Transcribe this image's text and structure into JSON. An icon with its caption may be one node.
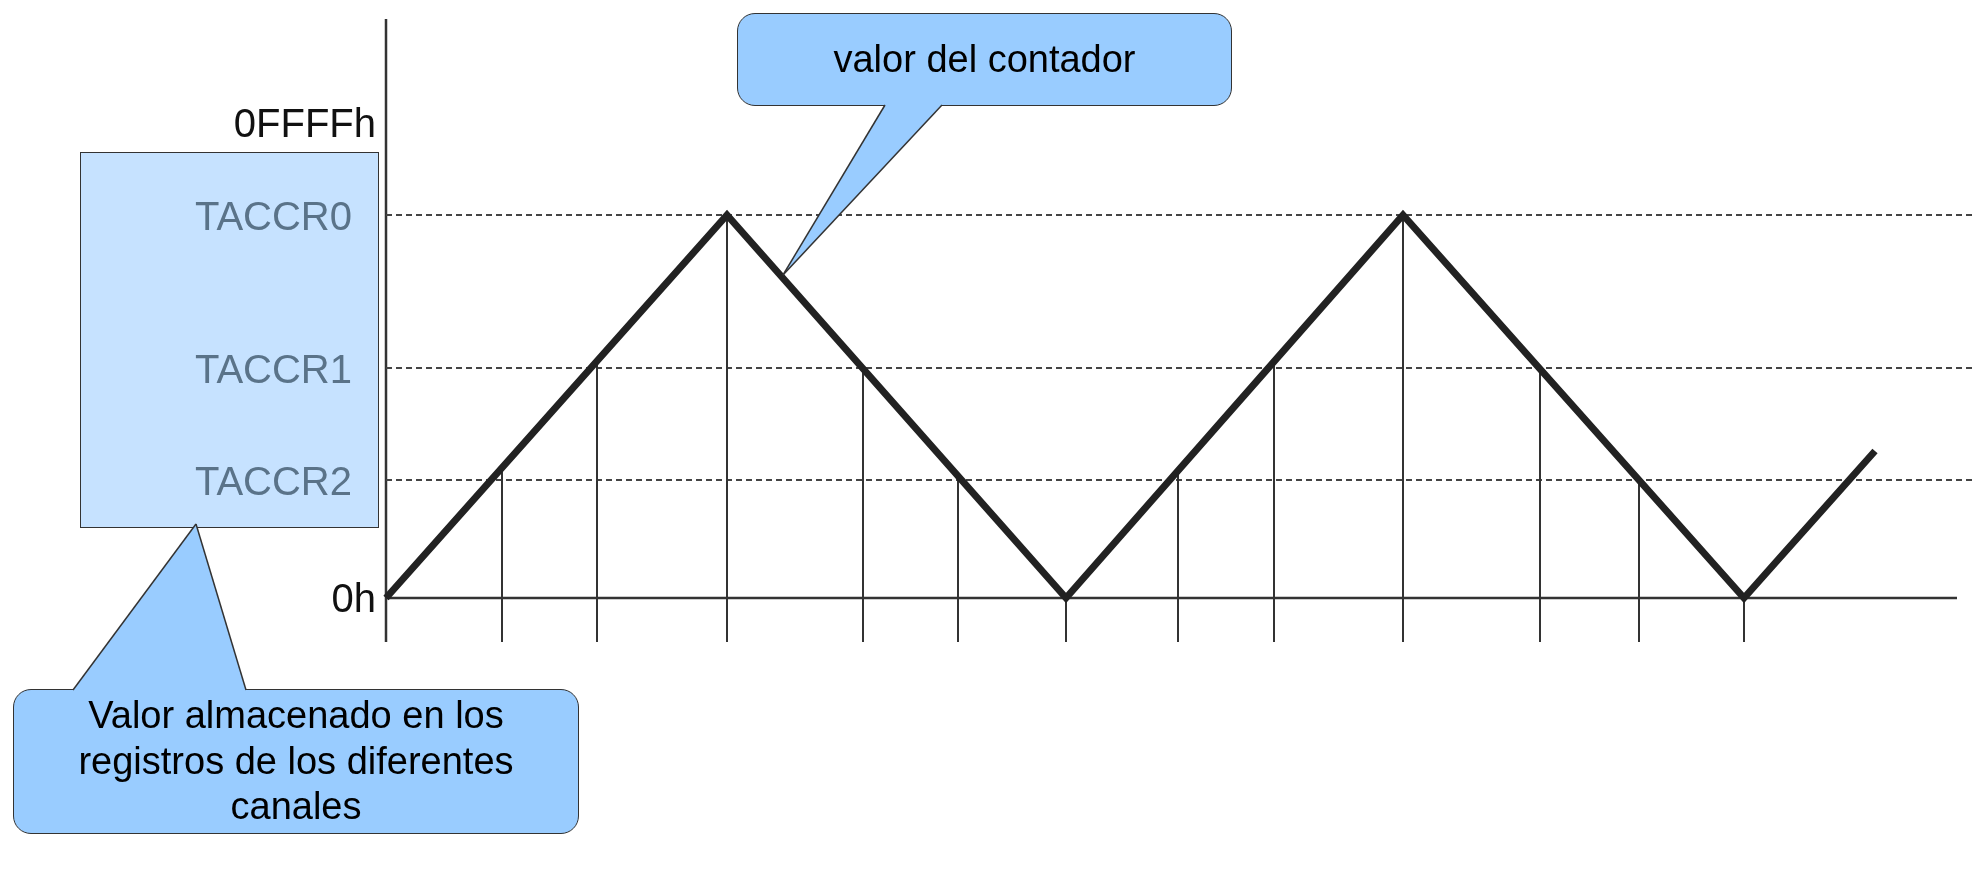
{
  "diagram": {
    "nodes": [
      {
        "text": [
          "valor del contador"
        ]
      },
      {
        "text": [
          "TACCR0",
          "TACCR1",
          "TACCR2"
        ]
      },
      {
        "text": [],
        "shape": "line"
      },
      {
        "text": [
          "Valor almacenado en los registros de los diferentes canales"
        ]
      }
    ],
    "edges": [
      {
        "from": 0,
        "to": 2,
        "arrow": "none"
      },
      {
        "from": 3,
        "to": 1,
        "arrow": "none"
      }
    ],
    "labels": [
      "0FFFFh",
      "0h"
    ]
  }
}
